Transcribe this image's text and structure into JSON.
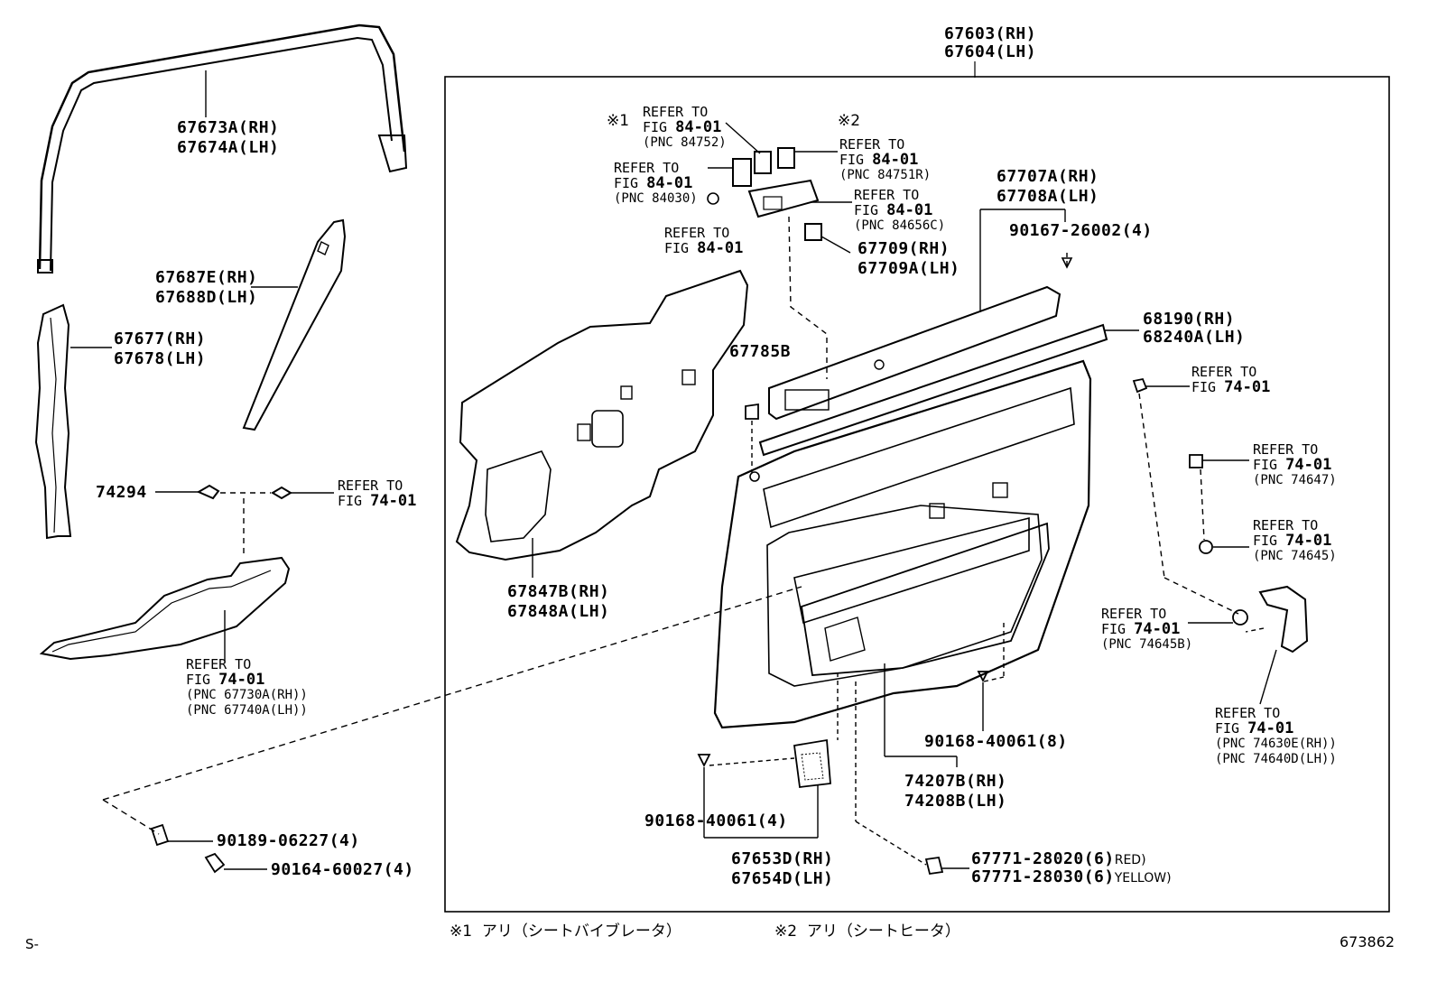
{
  "parts": {
    "door_board_rh": "67603(RH)",
    "door_board_lh": "67604(LH)",
    "weatherstrip_rh": "67673A(RH)",
    "weatherstrip_lh": "67674A(LH)",
    "garnish_rh": "67687E(RH)",
    "garnish_lh": "67688D(LH)",
    "seal_rh": "67677(RH)",
    "seal_lh": "67678(LH)",
    "armrest_part": "74294",
    "service_hole_rh": "67847B(RH)",
    "service_hole_lh": "67848A(LH)",
    "cushion": "67785B",
    "upper_panel_rh": "67707A(RH)",
    "upper_panel_lh": "67708A(LH)",
    "screw_upper": "90167-26002(4)",
    "belt_rh": "68190(RH)",
    "belt_lh": "68240A(LH)",
    "cover_rh": "67709(RH)",
    "cover_lh": "67709A(LH)",
    "screw_mid": "90168-40061(8)",
    "pocket_rh": "74207B(RH)",
    "pocket_lh": "74208B(LH)",
    "screw_low": "90168-40061(4)",
    "lamp_rh": "67653D(RH)",
    "lamp_lh": "67654D(LH)",
    "clip_red": "67771-28020(6)",
    "clip_red_color": "RED)",
    "clip_yellow": "67771-28030(6)",
    "clip_yellow_color": "YELLOW)",
    "screw_a": "90189-06227(4)",
    "screw_b": "90164-60027(4)"
  },
  "refs": {
    "refer_to": "REFER TO",
    "fig": "FIG",
    "fig84": "84-01",
    "fig74": "74-01",
    "pnc_84752": "(PNC 84752)",
    "pnc_84030": "(PNC 84030)",
    "pnc_84751r": "(PNC 84751R)",
    "pnc_84656c": "(PNC 84656C)",
    "pnc_74647": "(PNC 74647)",
    "pnc_74645": "(PNC 74645)",
    "pnc_74645b": "(PNC 74645B)",
    "pnc_74630e": "(PNC 74630E(RH))",
    "pnc_74640d": "(PNC 74640D(LH))",
    "pnc_67730a": "(PNC 67730A(RH))",
    "pnc_67740a": "(PNC 67740A(LH))"
  },
  "marks": {
    "m1": "※1",
    "m2": "※2"
  },
  "footer": {
    "note1_mark": "※1",
    "note1_text": "アリ（シートバイブレータ）",
    "note2_mark": "※2",
    "note2_text": "アリ（シートヒータ）",
    "catalog_code": "673862",
    "prefix": "S-"
  }
}
